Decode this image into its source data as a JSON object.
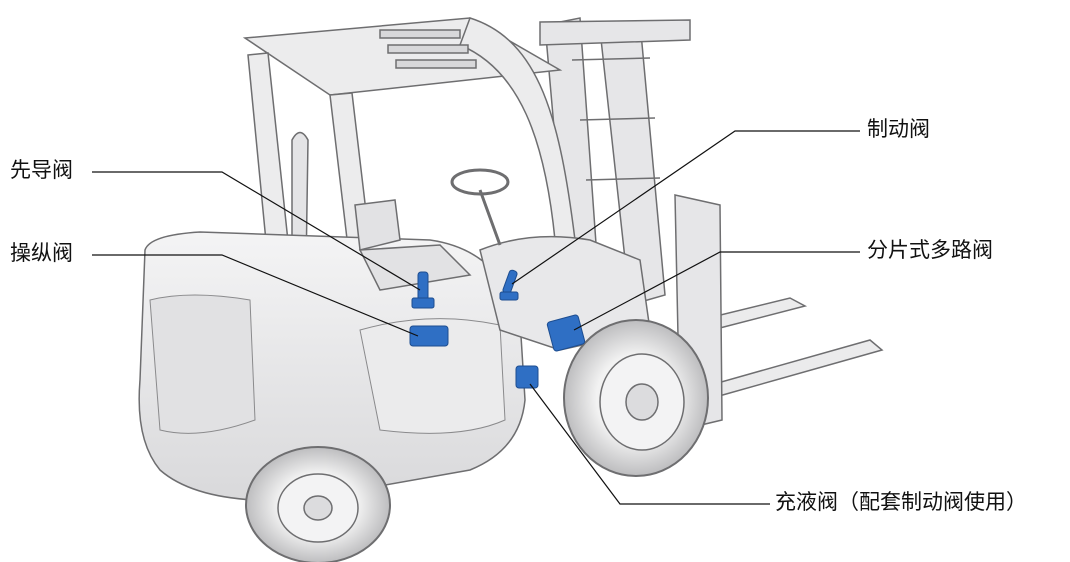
{
  "labels": {
    "pilot_valve": "先导阀",
    "control_valve": "操纵阀",
    "brake_valve": "制动阀",
    "multi_way_valve": "分片式多路阀",
    "charging_valve": "充液阀（配套制动阀使用）"
  },
  "colors": {
    "body": "#e9e9ea",
    "outline": "#6e6e70",
    "valve": "#2f6fc4",
    "leader": "#111111"
  }
}
